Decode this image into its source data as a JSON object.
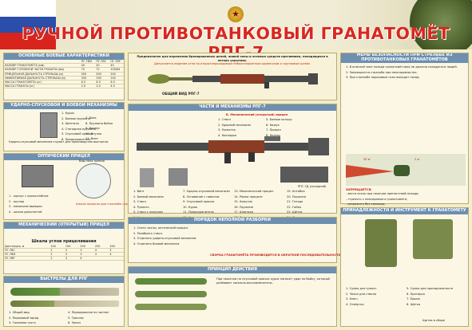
{
  "poster": {
    "title": "РУЧНОЙ ПРОТИВОТАНКОВЫЙ ГРАНАТОМЁТ РПГ-7",
    "flag_colors": [
      "#ffffff",
      "#2a4eaa",
      "#d8241c"
    ],
    "accent_color": "#d7281f",
    "header_color": "#6d8fb0"
  },
  "specs": {
    "header": "ОСНОВНЫЕ БОЕВЫЕ ХАРАКТЕРИСТИКИ",
    "columns": [
      "",
      "ПГ-7ВМ",
      "ПГ-7ВС",
      "ПГ-7ВР"
    ],
    "rows": [
      [
        "КАЛИБР ГРАНАТОМЁТА (мм)",
        "40",
        "40",
        "40"
      ],
      [
        "КАЛИБР ГОЛОВНОЙ ЧАСТИ ГРАНАТЫ (мм)",
        "70",
        "72",
        "105/64"
      ],
      [
        "ПРИЦЕЛЬНАЯ ДАЛЬНОСТЬ СТРЕЛЬБЫ (м)",
        "500",
        "500",
        "200"
      ],
      [
        "ЭФФЕКТИВНАЯ ДАЛЬНОСТЬ СТРЕЛЬБЫ (м)",
        "330",
        "330",
        "200"
      ],
      [
        "МАССА ГРАНАТОМЁТА (кг)",
        "6.3",
        "6.3",
        "6.3"
      ],
      [
        "МАССА ГРАНАТЫ (кг)",
        "2.0",
        "2.0",
        "4.5"
      ]
    ]
  },
  "trigger": {
    "header": "УДАРНО-СПУСКОВОЙ И БОЕВОЙ МЕХАНИЗМЫ",
    "items": [
      "1. Курок",
      "2. Боевая пружина",
      "3. Шептало",
      "4. Стопорная пружина",
      "5. Спусковой крючок",
      "6. Предохранитель"
    ],
    "items2": [
      "7. Боек",
      "8. Пружина бойка",
      "9. Корпус",
      "10. Втулка",
      "11. Винт"
    ],
    "note": "Ударно-спусковой механизм служит для производства выстрела."
  },
  "optic": {
    "header": "ОПТИЧЕСКИЙ ПРИЦЕЛ",
    "label": "Вид поля зрения",
    "items": [
      "1 - корпус с кронштейном",
      "2 - окуляр",
      "3 - механизм выверки",
      "4 - шкала дальностей"
    ],
    "note": "Шкала прицела для стрельбы гранатами"
  },
  "mech": {
    "header": "МЕХАНИЧЕСКИЙ (ОТКРЫТЫЙ) ПРИЦЕЛ",
    "scale_title": "Шкала углов прицеливания",
    "distances": [
      "Дистанция, м",
      "100",
      "150",
      "200",
      "250",
      "300"
    ],
    "rows": [
      [
        "ПГ-7ВС",
        "2",
        "3",
        "3",
        "4",
        "5"
      ],
      [
        "ПГ-7ВМ",
        "2",
        "2",
        "3",
        "4",
        "4"
      ],
      [
        "ПГ-7ВР",
        "2",
        "3",
        "4",
        "",
        ""
      ]
    ]
  },
  "grenade": {
    "header": "ВЫСТРЕЛЫ ДЛЯ РПГ",
    "labels": [
      "1. Общий вид",
      "2. Пороховой заряд",
      "3. Головная часть"
    ],
    "labels2": [
      "4. Передвижное по частям",
      "5. Трассер",
      "6. Запал"
    ]
  },
  "general": {
    "intro": "Предназначен для поражения бронированных целей, живой силы и огневых средств противника, находящихся в легких укрытиях.",
    "intro2": "Допускается ведение огня по открытопроходимым неблагоприятным одиночным и групповым целям.",
    "caption": "ОБЩИЙ ВИД РПГ-7"
  },
  "parts": {
    "header": "ЧАСТИ И МЕХАНИЗМЫ РПГ-7",
    "subheader": "Б. Механический (открытый) прицел",
    "list1": [
      "1. Ствол",
      "2. Ударный механизм",
      "3. Рукоятка",
      "4. Накладка"
    ],
    "list2": [
      "5. Боевое кольцо",
      "6. Кожух",
      "7. Прицел",
      "8. Ножны"
    ],
    "caption": "РПГ-7Д (складной)",
    "bottom1": [
      "1. Винт",
      "2. Боевой механизм",
      "3. Ствол",
      "4. Рукоять",
      "5. Ствол с кожухом",
      "6. Ударник для фиксации гранаты"
    ],
    "bottom2": [
      "7. Ударно-спусковой механизм",
      "8. Основание с пивотом",
      "9. Спусковой крючок",
      "10. Курок",
      "11. Предохранитель",
      "12. Соединительная втулка"
    ],
    "bottom3": [
      "13. Механический прицел",
      "14. Рамка прицела",
      "15. Хомутик",
      "16. Пружина",
      "17. Шпилька",
      "18. Ось"
    ],
    "bottom4": [
      "19. Антабка",
      "20. Пружина",
      "21. Гнездо",
      "22. Гайка",
      "23. Щётка",
      "24. Дульное кольцо"
    ]
  },
  "assembly": {
    "header": "ПОРЯДОК НЕПОЛНОЙ РАЗБОРКИ",
    "steps": [
      "1. Снять чехлы, оптический прицел.",
      "2. Разобрать ствол.",
      "3. Отделить ударно-спусковой механизм.",
      "4. Отделить боевой механизм."
    ],
    "footer": "СБОРКА ГРАНАТОМЁТА ПРОИЗВОДИТСЯ В ОБРАТНОЙ ПОСЛЕДОВАТЕЛЬНОСТИ"
  },
  "principle": {
    "header": "ПРИНЦИП ДЕЙСТВИЯ",
    "text": "При нажатии на спусковой крючок курок наносит удар по бойку, который разбивает капсюль-воспламенитель."
  },
  "safety": {
    "header": "МЕРЫ БЕЗОПАСНОСТИ ПРИ СТРЕЛЬБЕ ИЗ ПРОТИВОТАНКОВЫХ ГРАНАТОМЁТОВ",
    "items": [
      "1. В опасной зоне позади гранатомётчика не должно находиться людей.",
      "2. Запрещается стрельба при неисправностях.",
      "3. При стрельбе пороховые газы выходят назад."
    ],
    "distance1": "30 м",
    "distance2": "2 м",
    "forbid_header": "ЗАПРЕЩАЕТСЯ:",
    "forbid": [
      "- вести огонь при наличии препятствий позади;",
      "- стрелять с неисправного гранатомёта;",
      "- разряжать без команды."
    ]
  },
  "accessory": {
    "header": "ПРИНАДЛЕЖНОСТИ И ИНСТРУМЕНТ К ГРАНАТОМЁТУ",
    "items": [
      "1. Сумка для гранат",
      "2. Чехол для ствола",
      "3. Ключ",
      "4. Отвёртка"
    ],
    "items2": [
      "5. Сумка для принадлежности",
      "6. Протирка",
      "7. Ёршик",
      "8. Щётка"
    ],
    "caption": "Щиток в сборе"
  }
}
